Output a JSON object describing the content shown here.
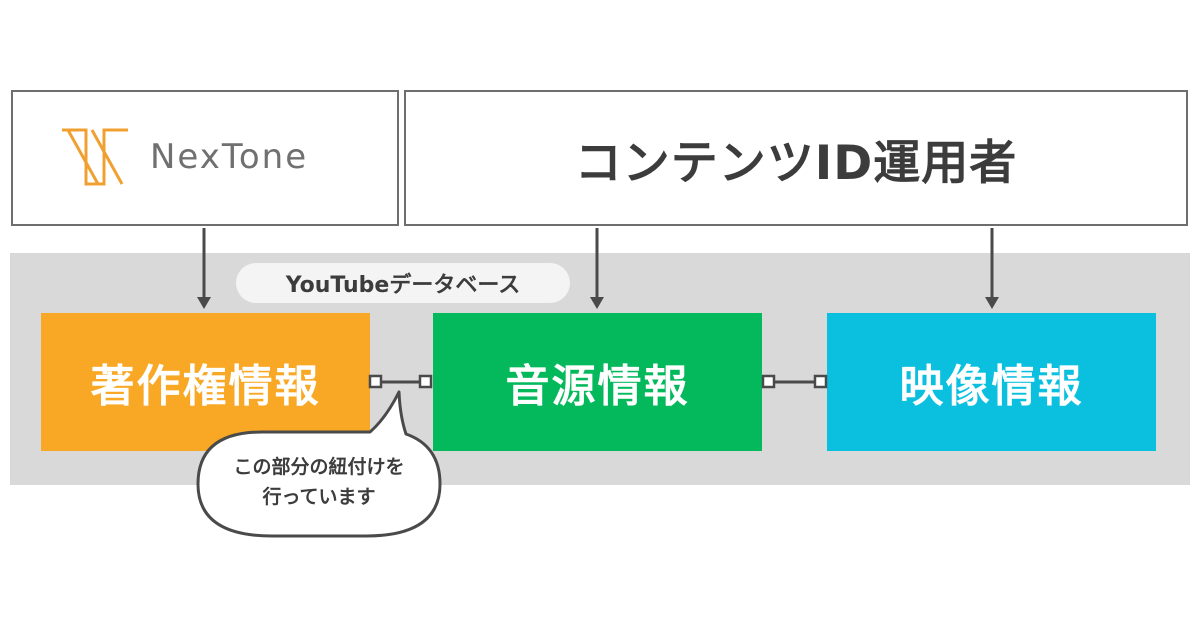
{
  "top": {
    "nextone": {
      "logo_text": "NexTone"
    },
    "operator": {
      "label": "コンテンツID運用者"
    }
  },
  "database": {
    "label": "YouTubeデータベース"
  },
  "boxes": {
    "copyright": {
      "label": "著作権情報",
      "color": "#f9a825"
    },
    "audio": {
      "label": "音源情報",
      "color": "#04b95c"
    },
    "video": {
      "label": "映像情報",
      "color": "#0bbfdf"
    }
  },
  "callout": {
    "line1": "この部分の紐付けを",
    "line2": "行っています"
  },
  "colors": {
    "frame": "#6e6e6e",
    "band": "#d9d9d9",
    "logo_accent": "#f0a030",
    "text": "#3c3c3c"
  }
}
